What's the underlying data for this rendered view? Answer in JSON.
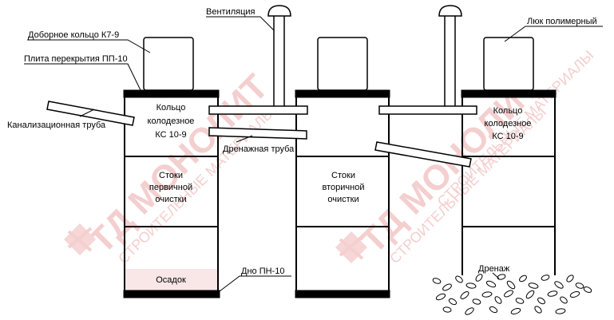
{
  "watermark": {
    "logo": "ТД МОНОЛИТ",
    "tagline": "СТРОИТЕЛЬНЫЕ МАТЕРИАЛЫ",
    "color": "#f4cfcf"
  },
  "labels": {
    "ventilation": "Вентиляция",
    "extra_ring": "Доборное кольцо  К7-9",
    "slab": "Плита перекрытия ПП-10",
    "sewer_pipe": "Канализационная труба",
    "drain_pipe": "Дренажная труба",
    "polymer_hatch": "Люк полимерный",
    "bottom_slab": "Дно ПН-10",
    "drainage": "Дренаж"
  },
  "wells": [
    {
      "ring_label": [
        "Кольцо",
        "колодезное",
        "КС 10-9"
      ],
      "section_label": [
        "Стоки",
        "первичной",
        "очистки"
      ],
      "sediment_label": "Осадок"
    },
    {
      "section_label": [
        "Стоки",
        "вторичной",
        "очистки"
      ]
    },
    {
      "ring_label": [
        "Кольцо",
        "колодезное",
        "КС 10-9"
      ]
    }
  ]
}
